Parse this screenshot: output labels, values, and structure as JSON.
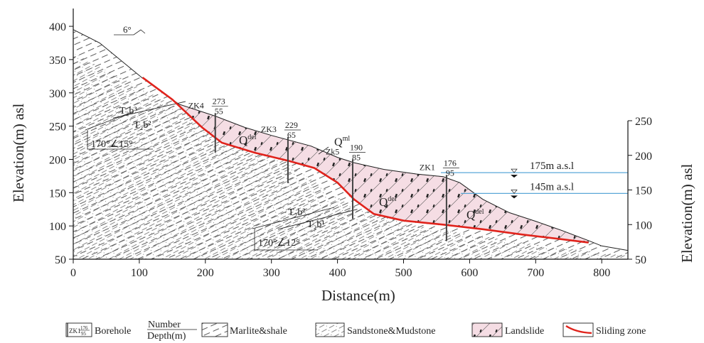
{
  "diagram": {
    "axes": {
      "xlabel": "Distance",
      "xunit": "(m)",
      "ylabel_left": "Elevation",
      "ylabel_left_unit": "(m) asl",
      "ylabel_right": "Elevation",
      "ylabel_right_unit": "(m) asl",
      "x_ticks": [
        "0",
        "100",
        "200",
        "300",
        "400",
        "500",
        "600",
        "700",
        "800"
      ],
      "y_left_ticks": [
        "400",
        "350",
        "300",
        "250",
        "200",
        "150",
        "100",
        "50"
      ],
      "y_right_ticks": [
        "250",
        "200",
        "150",
        "100",
        "50"
      ],
      "x_range": [
        0,
        840
      ],
      "y_left_range": [
        50,
        430
      ],
      "y_right_range": [
        50,
        250
      ]
    },
    "boreholes": [
      {
        "id": "ZK4",
        "number": "273",
        "depth": "55",
        "x": 215
      },
      {
        "id": "ZK3",
        "number": "229",
        "depth": "65",
        "x": 325
      },
      {
        "id": "Zk5",
        "number": "190",
        "depth": "85",
        "x": 423
      },
      {
        "id": "ZK1",
        "number": "176",
        "depth": "95",
        "x": 565
      }
    ],
    "water_levels": [
      {
        "label": "175m a.s.l",
        "value": 175
      },
      {
        "label": "145m a.s.l",
        "value": 145
      }
    ],
    "strata_labels": {
      "t2b3": "T₂b³",
      "t2b2": "T₂b²",
      "t2b1": "T₂b¹",
      "q_del": "Q",
      "q_del_sup": "del",
      "q_ml": "Q",
      "q_ml_sup": "ml"
    },
    "attitudes": [
      "170°∠15°",
      "170°∠12°"
    ],
    "dip_angle": "6°",
    "legend": {
      "borehole_symbol": "ZK1",
      "borehole_symbol_number": "176",
      "borehole_symbol_depth": "95",
      "borehole": "Borehole",
      "number": "Number",
      "depth": "Depth(m)",
      "marlite": "Marlite&shale",
      "sandstone": "Sandstone&Mudstone",
      "landslide": "Landslide",
      "sliding_zone": "Sliding zone"
    },
    "colors": {
      "landslide_fill": "#f5dde4",
      "sliding_zone": "#e0231c",
      "water_line": "#5aa7d8",
      "hatch": "#333333"
    }
  }
}
